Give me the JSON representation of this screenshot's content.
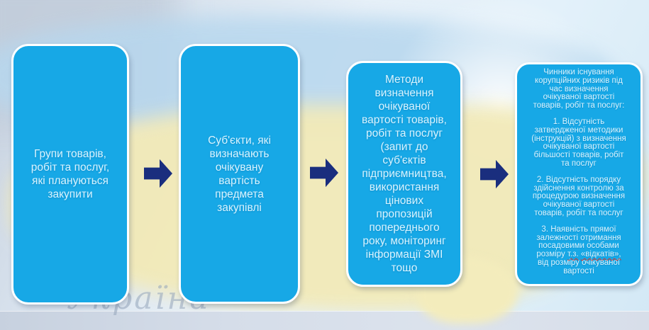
{
  "watermark": "Україна",
  "colors": {
    "box_fill": "#17a8e6",
    "box_text": "#d9f4ff",
    "arrow_fill": "#1a2e7e",
    "spellcheck_underline": "#e03125"
  },
  "flow": {
    "box1": {
      "text": "Групи товарів,\nробіт та послуг,\nякі плануються\nзакупити"
    },
    "box2": {
      "text": "Суб'єкти, які\nвизначають\nочікувану\nвартість\nпредмета\nзакупівлі"
    },
    "box3": {
      "text": "Методи\nвизначення\nочікуваної\nвартості товарів,\nробіт та послуг\n(запит до\nсуб'єктів\nпідприємництва,\nвикористання\nцінових\nпропозицій\nпопереднього\nроку, моніторинг\nінформації ЗМІ\nтощо"
    },
    "box4": {
      "heading": "Чинники існування\nкорупційних ризиків під\nчас визначення\nочікуваної вартості\nтоварів, робіт та послуг:",
      "item1": "1. Відсутність\nзатвердженої методики\n(інструкцій) з визначення\nочікуваної вартості\nбільшості товарів, робіт\nта послуг",
      "item2": "2. Відсутність порядку\nздійснення контролю за\nпроцедурою визначення\nочікуваної вартості\nтоварів, робіт та послуг",
      "item3_prefix": "3. Наявність прямої\nзалежності отримання\nпосадовими особами\nрозміру ",
      "item3_term1": "т.з.",
      "item3_space": " ",
      "item3_term2": "«відкатів»,",
      "item3_suffix": "\nвід розміру очікуваної\nвартості"
    }
  }
}
